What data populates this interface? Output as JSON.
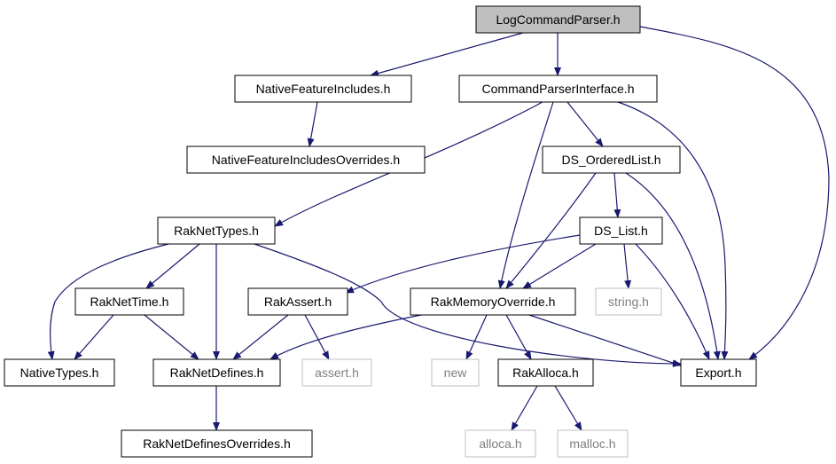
{
  "colors": {
    "edge": "#191970",
    "node_border": "#000000",
    "root_fill": "#bfbfbf",
    "missing_border": "#bfbfbf",
    "missing_text": "#7f7f7f",
    "background": "#ffffff"
  },
  "nodes": [
    {
      "id": "logcommandparser",
      "label": "LogCommandParser.h",
      "kind": "root"
    },
    {
      "id": "nativefeatureincludes",
      "label": "NativeFeatureIncludes.h",
      "kind": "normal"
    },
    {
      "id": "commandparserinterface",
      "label": "CommandParserInterface.h",
      "kind": "normal"
    },
    {
      "id": "nativefeatureincludesoverrides",
      "label": "NativeFeatureIncludesOverrides.h",
      "kind": "normal"
    },
    {
      "id": "ds-orderedlist",
      "label": "DS_OrderedList.h",
      "kind": "normal"
    },
    {
      "id": "raknettypes",
      "label": "RakNetTypes.h",
      "kind": "normal"
    },
    {
      "id": "ds-list",
      "label": "DS_List.h",
      "kind": "normal"
    },
    {
      "id": "raknettime",
      "label": "RakNetTime.h",
      "kind": "normal"
    },
    {
      "id": "rakassert",
      "label": "RakAssert.h",
      "kind": "normal"
    },
    {
      "id": "rakmemoryoverride",
      "label": "RakMemoryOverride.h",
      "kind": "normal"
    },
    {
      "id": "string",
      "label": "string.h",
      "kind": "missing"
    },
    {
      "id": "nativetypes",
      "label": "NativeTypes.h",
      "kind": "normal"
    },
    {
      "id": "raknetdefines",
      "label": "RakNetDefines.h",
      "kind": "normal"
    },
    {
      "id": "assert",
      "label": "assert.h",
      "kind": "missing"
    },
    {
      "id": "new",
      "label": "new",
      "kind": "missing"
    },
    {
      "id": "rakalloca",
      "label": "RakAlloca.h",
      "kind": "normal"
    },
    {
      "id": "export",
      "label": "Export.h",
      "kind": "normal"
    },
    {
      "id": "raknetdefinesoverrides",
      "label": "RakNetDefinesOverrides.h",
      "kind": "normal"
    },
    {
      "id": "alloca",
      "label": "alloca.h",
      "kind": "missing"
    },
    {
      "id": "malloc",
      "label": "malloc.h",
      "kind": "missing"
    }
  ],
  "edges": [
    {
      "from": "logcommandparser",
      "to": "nativefeatureincludes"
    },
    {
      "from": "logcommandparser",
      "to": "commandparserinterface"
    },
    {
      "from": "logcommandparser",
      "to": "export"
    },
    {
      "from": "nativefeatureincludes",
      "to": "nativefeatureincludesoverrides"
    },
    {
      "from": "commandparserinterface",
      "to": "ds-orderedlist"
    },
    {
      "from": "commandparserinterface",
      "to": "raknettypes"
    },
    {
      "from": "commandparserinterface",
      "to": "rakmemoryoverride"
    },
    {
      "from": "commandparserinterface",
      "to": "export"
    },
    {
      "from": "ds-orderedlist",
      "to": "ds-list"
    },
    {
      "from": "ds-orderedlist",
      "to": "rakmemoryoverride"
    },
    {
      "from": "ds-orderedlist",
      "to": "export"
    },
    {
      "from": "ds-list",
      "to": "rakassert"
    },
    {
      "from": "ds-list",
      "to": "rakmemoryoverride"
    },
    {
      "from": "ds-list",
      "to": "string"
    },
    {
      "from": "ds-list",
      "to": "export"
    },
    {
      "from": "raknettypes",
      "to": "raknettime"
    },
    {
      "from": "raknettypes",
      "to": "nativetypes"
    },
    {
      "from": "raknettypes",
      "to": "raknetdefines"
    },
    {
      "from": "raknettypes",
      "to": "export"
    },
    {
      "from": "raknettime",
      "to": "nativetypes"
    },
    {
      "from": "raknettime",
      "to": "raknetdefines"
    },
    {
      "from": "rakassert",
      "to": "raknetdefines"
    },
    {
      "from": "rakassert",
      "to": "assert"
    },
    {
      "from": "rakmemoryoverride",
      "to": "raknetdefines"
    },
    {
      "from": "rakmemoryoverride",
      "to": "new"
    },
    {
      "from": "rakmemoryoverride",
      "to": "rakalloca"
    },
    {
      "from": "rakmemoryoverride",
      "to": "export"
    },
    {
      "from": "raknetdefines",
      "to": "raknetdefinesoverrides"
    },
    {
      "from": "rakalloca",
      "to": "alloca"
    },
    {
      "from": "rakalloca",
      "to": "malloc"
    }
  ]
}
